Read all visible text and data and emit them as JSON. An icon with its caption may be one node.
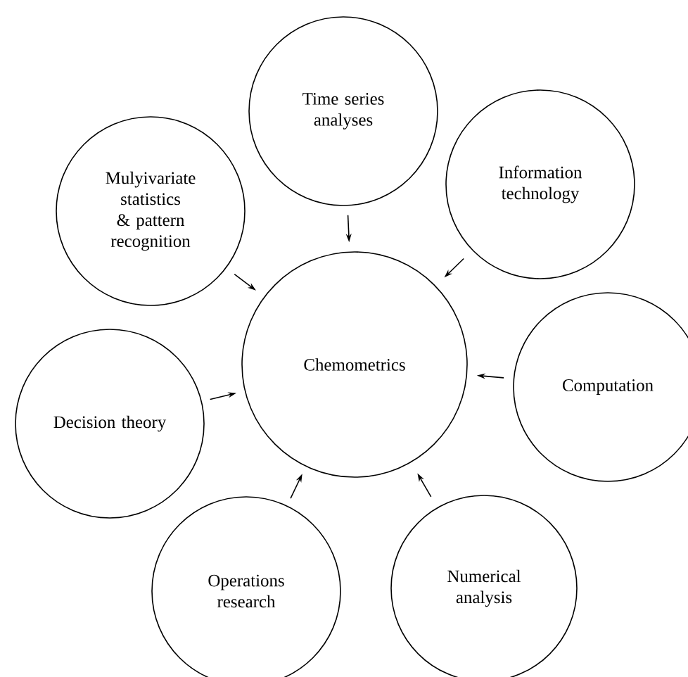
{
  "diagram": {
    "nodes": [
      {
        "text": [
          "Chemometrics"
        ]
      },
      {
        "text": [
          "Time series analyses"
        ]
      },
      {
        "text": [
          "Information technology"
        ]
      },
      {
        "text": [
          "Computation"
        ]
      },
      {
        "text": [
          "Numerical analysis"
        ]
      },
      {
        "text": [
          "Operations research"
        ]
      },
      {
        "text": [
          "Decision theory"
        ]
      },
      {
        "text": [
          "Mulyivariate statistics & pattern recognition"
        ]
      }
    ],
    "edges": [
      {
        "from": 1,
        "to": 0,
        "arrow": "to"
      },
      {
        "from": 2,
        "to": 0,
        "arrow": "to"
      },
      {
        "from": 3,
        "to": 0,
        "arrow": "to"
      },
      {
        "from": 4,
        "to": 0,
        "arrow": "to"
      },
      {
        "from": 5,
        "to": 0,
        "arrow": "to"
      },
      {
        "from": 6,
        "to": 0,
        "arrow": "to"
      },
      {
        "from": 7,
        "to": 0,
        "arrow": "to"
      }
    ]
  }
}
